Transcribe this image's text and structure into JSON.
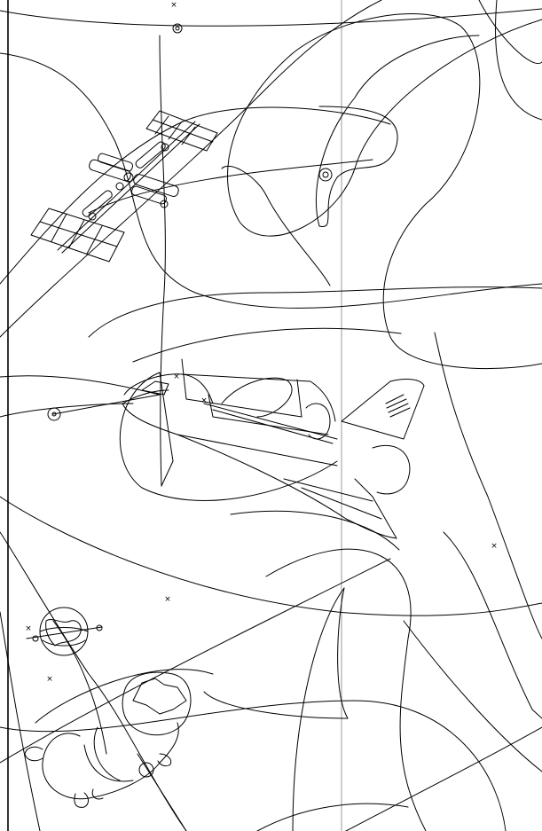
{
  "canvas": {
    "background": "#ffffff",
    "ink_color": "#000000",
    "guide_color": "#9a9a9a"
  },
  "objects": [
    {
      "name": "space-station",
      "kind": "line-art"
    },
    {
      "name": "space-shuttle",
      "kind": "line-art"
    },
    {
      "name": "satellite-globe",
      "kind": "line-art"
    },
    {
      "name": "astronaut-pod",
      "kind": "line-art"
    }
  ],
  "markers": {
    "symbol": "×",
    "small_circle_markers": 4
  }
}
